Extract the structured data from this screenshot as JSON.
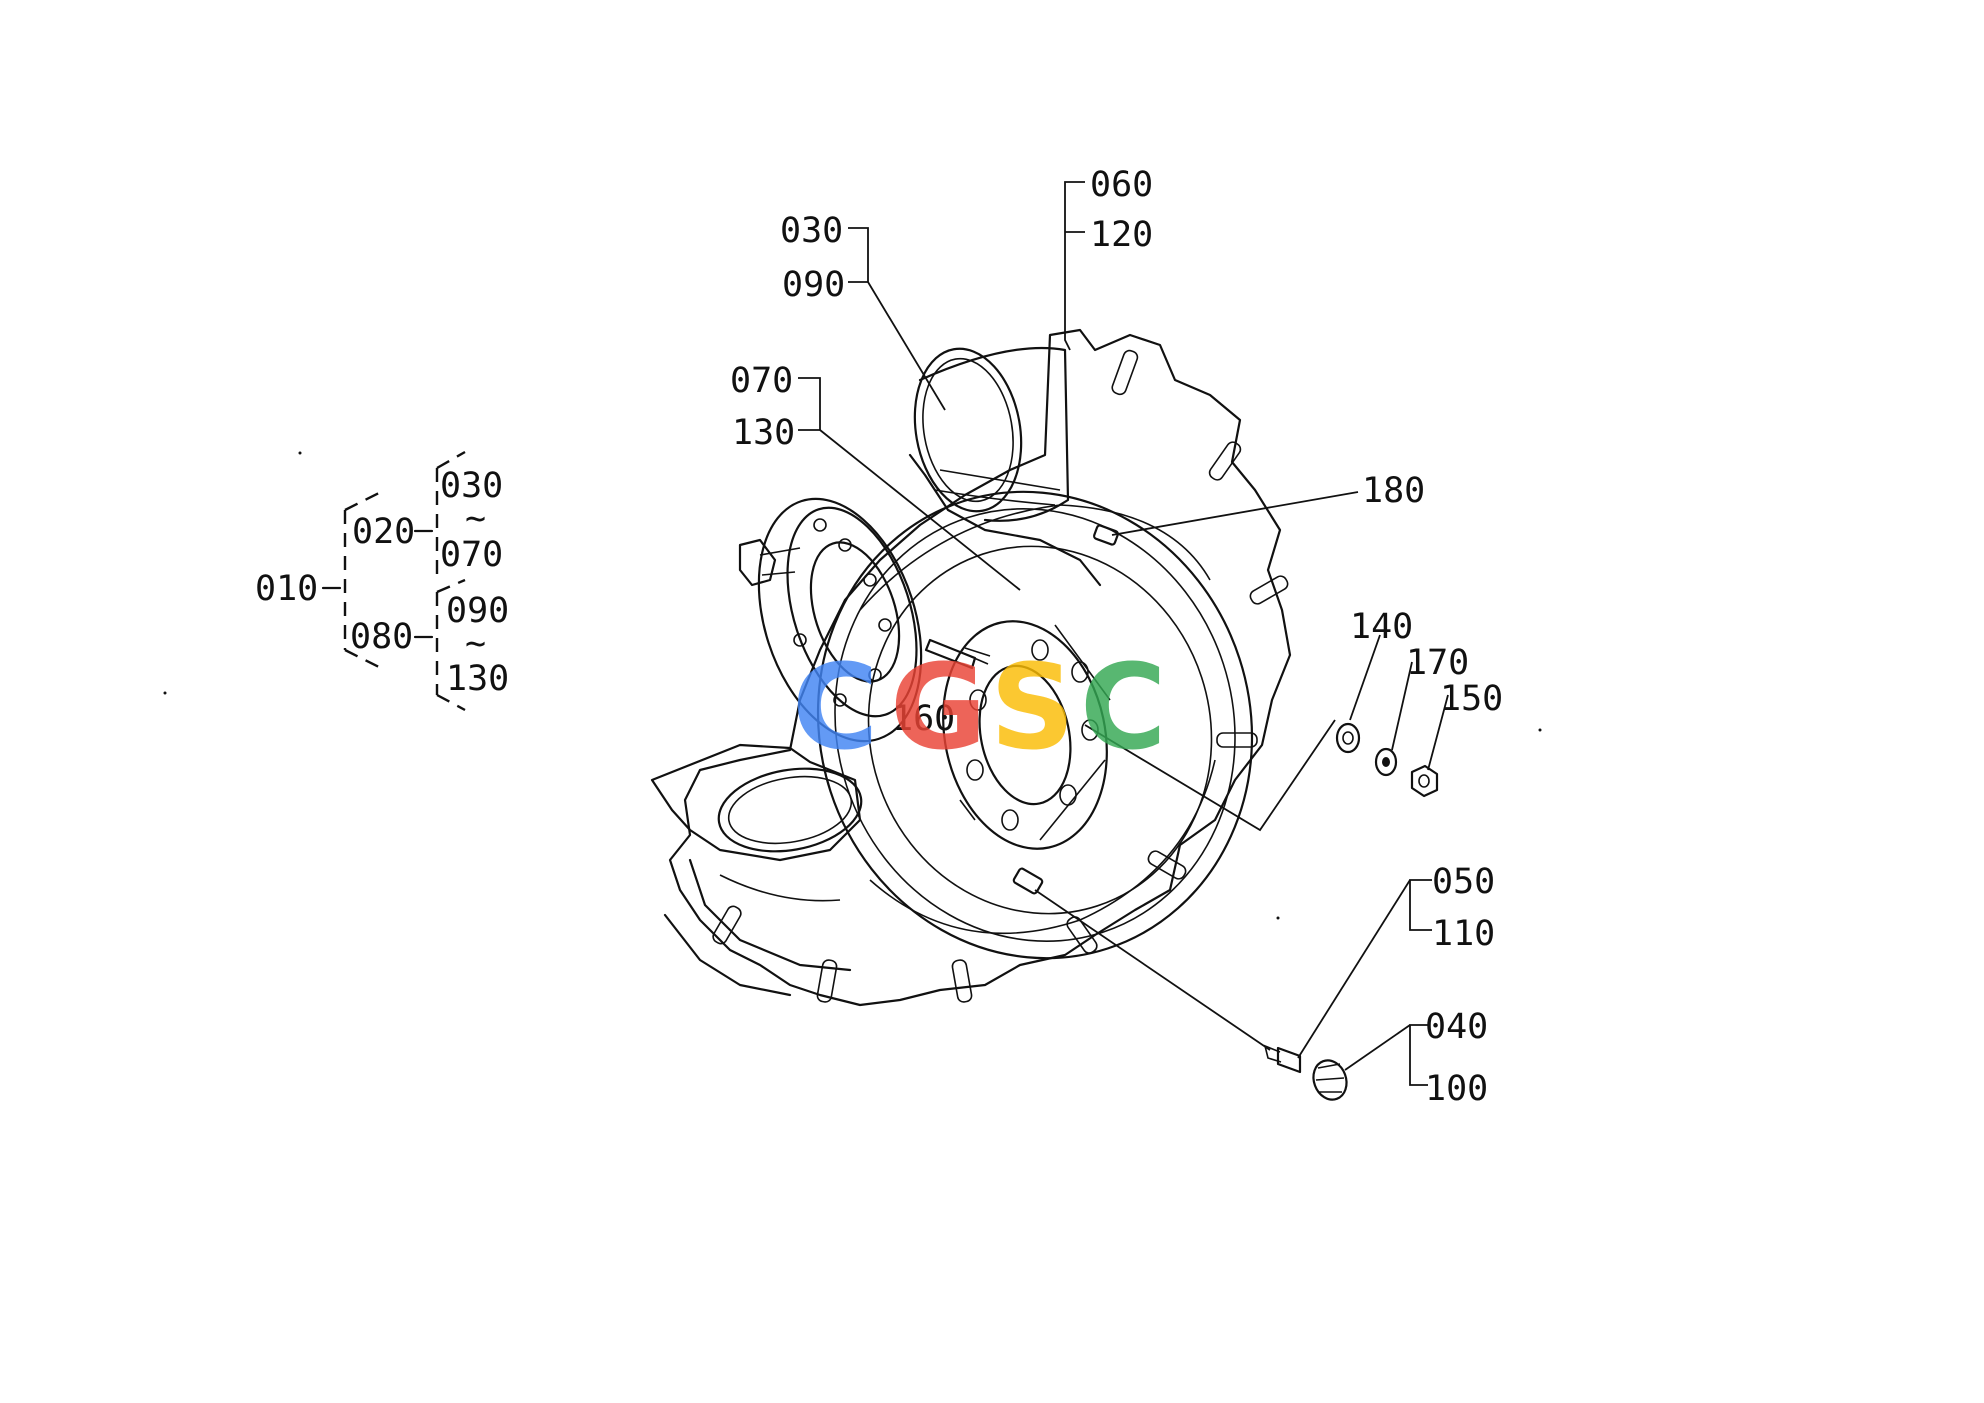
{
  "tree": {
    "root": "010",
    "groups": [
      {
        "label": "020",
        "from": "030",
        "tilde": "~",
        "to": "070"
      },
      {
        "label": "080",
        "from": "090",
        "tilde": "~",
        "to": "130"
      }
    ]
  },
  "callouts": {
    "c060": "060",
    "c120": "120",
    "c030": "030",
    "c090": "090",
    "c070": "070",
    "c130": "130",
    "c180": "180",
    "c160": "160",
    "c140": "140",
    "c170": "170",
    "c150": "150",
    "c050": "050",
    "c110": "110",
    "c040": "040",
    "c100": "100"
  },
  "watermark": {
    "letters": [
      "C",
      "G",
      "S",
      "C"
    ],
    "colors": [
      "#4285F4",
      "#EA4335",
      "#FBBC05",
      "#34A853"
    ]
  }
}
